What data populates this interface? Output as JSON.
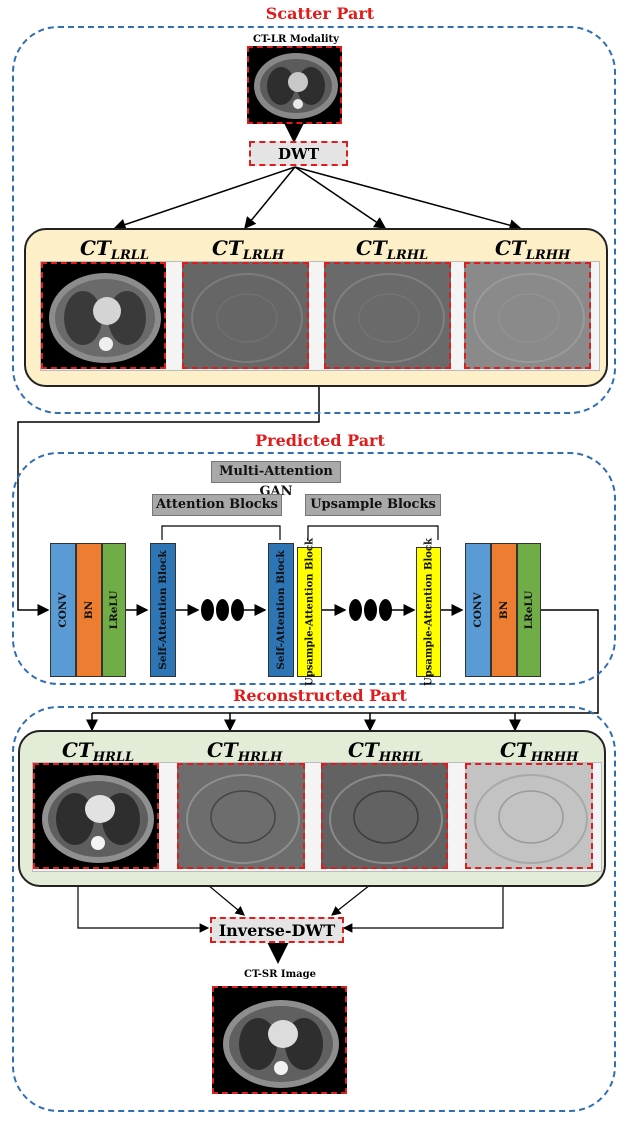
{
  "sections": {
    "scatter": "Scatter Part",
    "predicted": "Predicted Part",
    "reconstructed": "Reconstructed Part"
  },
  "input": {
    "title": "CT-LR Modality",
    "op": "DWT"
  },
  "lr_bands": [
    {
      "base": "CT",
      "sub": "LRLL"
    },
    {
      "base": "CT",
      "sub": "LRLH"
    },
    {
      "base": "CT",
      "sub": "LRHL"
    },
    {
      "base": "CT",
      "sub": "LRHH"
    }
  ],
  "gan": {
    "title": "Multi-Attention GAN",
    "attention_blocks": "Attention Blocks",
    "upsample_blocks": "Upsample Blocks",
    "left_stack": [
      "CONV",
      "BN",
      "LReLU"
    ],
    "self_attention": "Self-Attention Block",
    "upsample_attention": "Upsample-Attention Block",
    "right_stack": [
      "CONV",
      "BN",
      "LReLU"
    ]
  },
  "hr_bands": [
    {
      "base": "CT",
      "sub": "HRLL"
    },
    {
      "base": "CT",
      "sub": "HRLH"
    },
    {
      "base": "CT",
      "sub": "HRHL"
    },
    {
      "base": "CT",
      "sub": "HRHH"
    }
  ],
  "output": {
    "op": "Inverse-DWT",
    "title": "CT-SR Image"
  },
  "colors": {
    "section_title": "#e01b1b",
    "dashed_region": "#2f6db5",
    "lr_panel": "#fdf0c9",
    "hr_panel": "#e2ecd6",
    "conv": "#5b9bd5",
    "bn": "#ed7d31",
    "lrelu": "#70ad47",
    "self_attention": "#2e75b6",
    "upsample_attention": "#ffff00"
  }
}
